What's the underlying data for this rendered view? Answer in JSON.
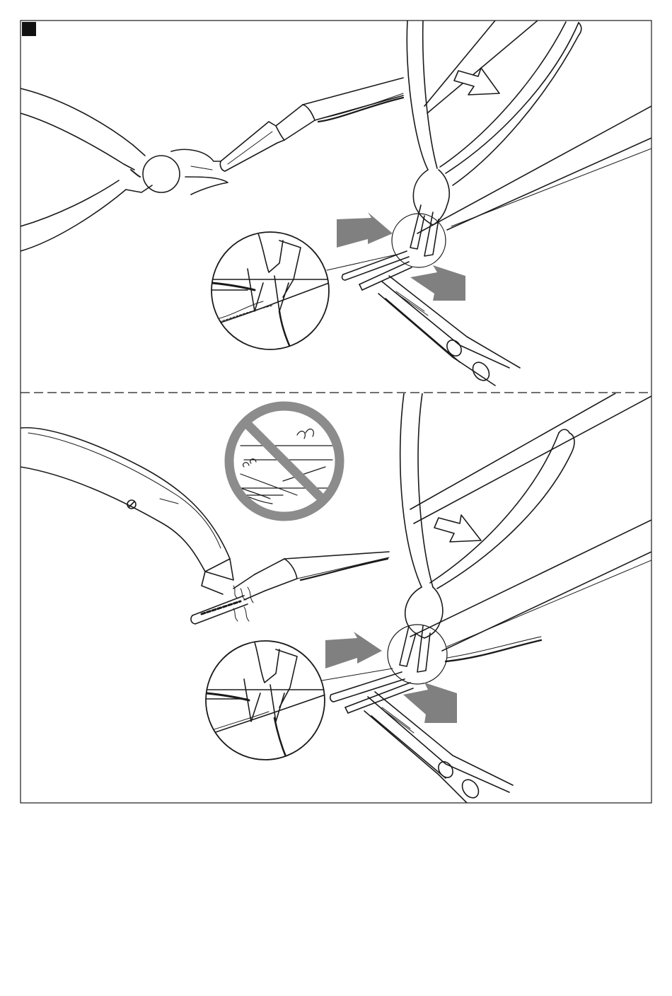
{
  "figure": {
    "panels": [
      {
        "id": "top",
        "variant": "correct"
      },
      {
        "id": "bottom",
        "variant": "correct"
      }
    ],
    "prohibition_sign": {
      "meaning": "do-not",
      "color": "#8c8c8c"
    },
    "arrow_fill": "#808080",
    "ink": "#1a1a1a"
  }
}
